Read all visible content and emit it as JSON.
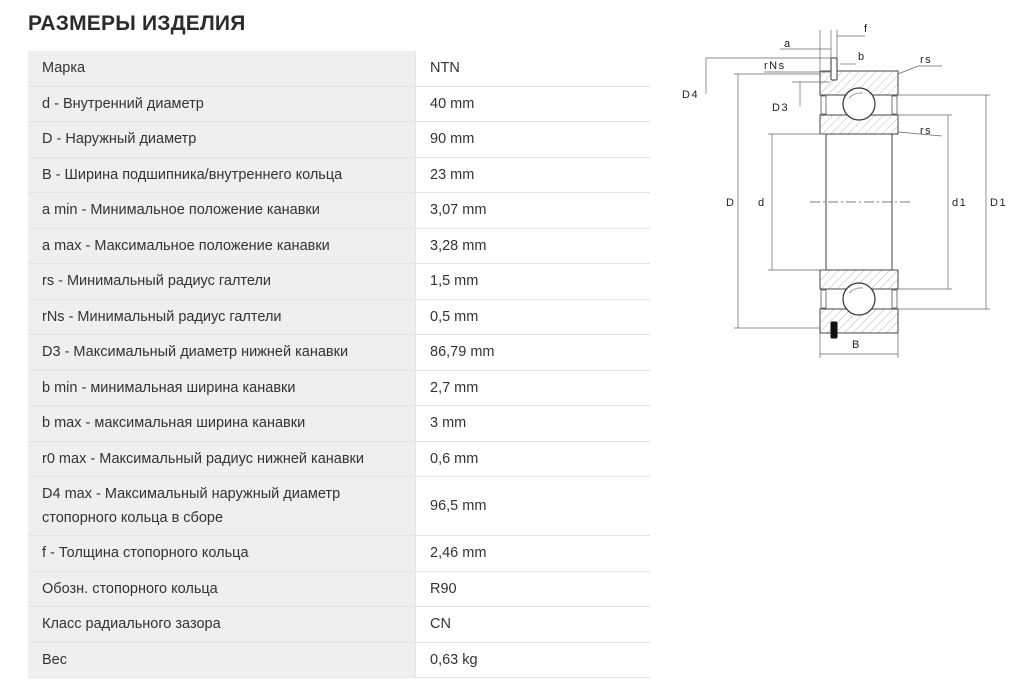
{
  "title": "РАЗМЕРЫ ИЗДЕЛИЯ",
  "rows": [
    {
      "label": "Марка",
      "value": "NTN"
    },
    {
      "label": "d - Внутренний диаметр",
      "value": "40 mm"
    },
    {
      "label": "D - Наружный диаметр",
      "value": "90 mm"
    },
    {
      "label": "B - Ширина подшипника/внутреннего кольца",
      "value": "23 mm"
    },
    {
      "label": "a min - Минимальное положение канавки",
      "value": "3,07 mm"
    },
    {
      "label": "a max - Максимальное положение канавки",
      "value": "3,28 mm"
    },
    {
      "label": "rs - Минимальный радиус галтели",
      "value": "1,5 mm"
    },
    {
      "label": "rNs - Минимальный радиус галтели",
      "value": "0,5 mm"
    },
    {
      "label": "D3 - Максимальный диаметр нижней канавки",
      "value": "86,79 mm"
    },
    {
      "label": "b min - минимальная ширина канавки",
      "value": "2,7 mm"
    },
    {
      "label": "b max - максимальная ширина канавки",
      "value": "3 mm"
    },
    {
      "label": "r0 max - Максимальный радиус нижней канавки",
      "value": "0,6 mm"
    },
    {
      "label": "D4 max - Максимальный наружный диаметр стопорного кольца в сборе",
      "value": "96,5 mm"
    },
    {
      "label": "f - Толщина стопорного кольца",
      "value": "2,46 mm"
    },
    {
      "label": "Обозн. стопорного кольца",
      "value": "R90"
    },
    {
      "label": "Класс радиального зазора",
      "value": "CN"
    },
    {
      "label": "Вес",
      "value": "0,63 kg"
    }
  ],
  "diagram": {
    "labels": {
      "a": "a",
      "f": "f",
      "b": "b",
      "rNs": "rNs",
      "rs_top": "rs",
      "rs_mid": "rs",
      "D4": "D4",
      "D3": "D3",
      "D": "D",
      "d": "d",
      "d1": "d1",
      "D1": "D1",
      "B": "B"
    }
  }
}
